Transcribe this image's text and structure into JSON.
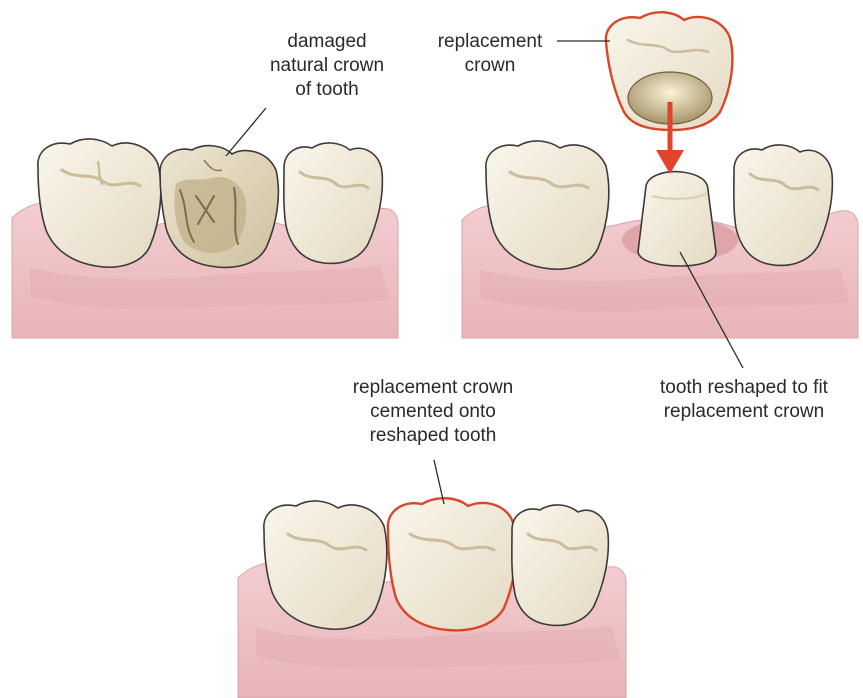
{
  "labels": {
    "damaged": [
      "damaged",
      "natural crown",
      "of tooth"
    ],
    "replacement": [
      "replacement",
      "crown"
    ],
    "reshaped": [
      "tooth reshaped to fit",
      "replacement crown"
    ],
    "cemented": [
      "replacement crown",
      "cemented onto",
      "reshaped tooth"
    ]
  },
  "colors": {
    "gum_fill": "#efc4c6",
    "gum_shadow": "#e2a9ad",
    "tooth_fill": "#f4eee0",
    "tooth_shade": "#e1d6bd",
    "tooth_outline": "#3a3a3a",
    "crown_outline": "#d9472b",
    "arrow": "#e0442a",
    "leader_line": "#2a2a2a"
  }
}
